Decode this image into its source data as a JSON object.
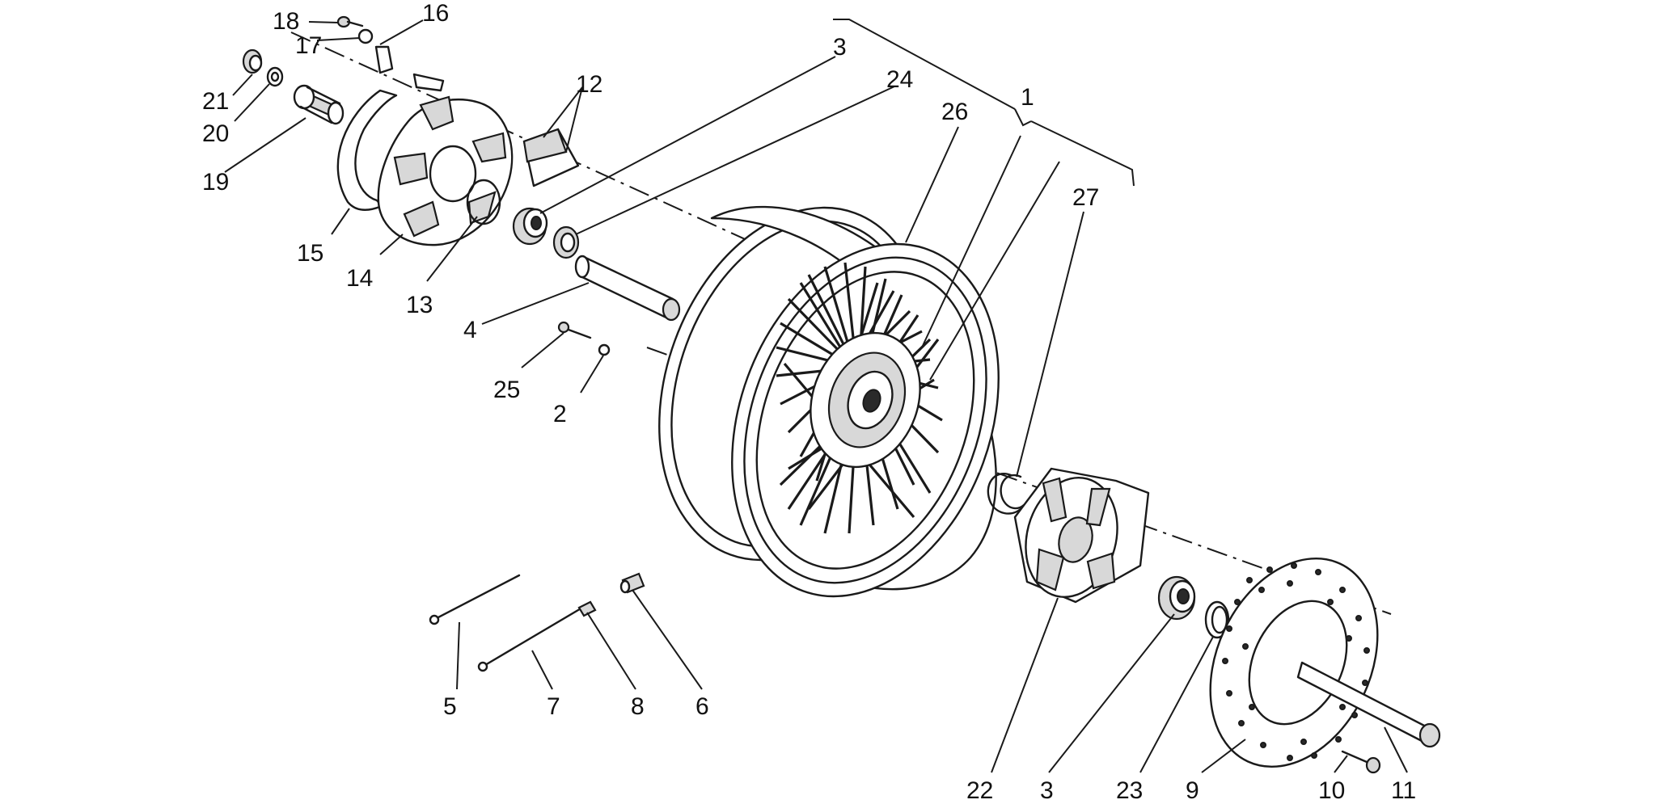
{
  "callouts": {
    "c1": "1",
    "c2": "2",
    "c3a": "3",
    "c3b": "3",
    "c4": "4",
    "c5": "5",
    "c6": "6",
    "c7": "7",
    "c8": "8",
    "c9": "9",
    "c10": "10",
    "c11": "11",
    "c12": "12",
    "c13": "13",
    "c14": "14",
    "c15": "15",
    "c16": "16",
    "c17": "17",
    "c18": "18",
    "c19": "19",
    "c20": "20",
    "c21": "21",
    "c22": "22",
    "c23": "23",
    "c24": "24",
    "c25": "25",
    "c26": "26",
    "c27": "27"
  },
  "colors": {
    "line": "#1a1a1a",
    "background": "#ffffff"
  },
  "parts": [
    "wheel-rim",
    "spokes",
    "hub",
    "bearing",
    "spacer-tube",
    "axle",
    "brake-disc",
    "cush-drive-flange",
    "cush-drive-rubbers",
    "circlip",
    "seal",
    "brake-plate",
    "bolts",
    "nipples"
  ]
}
